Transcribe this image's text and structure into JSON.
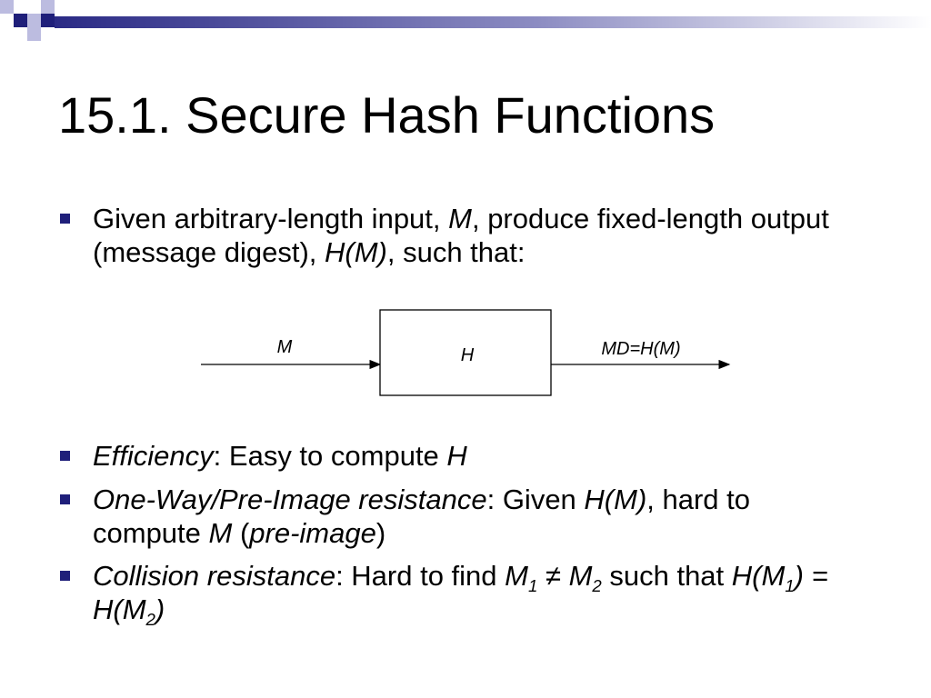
{
  "slide": {
    "title": "15.1. Secure Hash Functions",
    "bullet1": {
      "t1": "Given arbitrary-length input, ",
      "t2": "M",
      "t3": ", produce fixed-length output (message digest), ",
      "t4": "H(M)",
      "t5": ", such that:"
    },
    "diagram": {
      "input_label": "M",
      "box_label": "H",
      "output_label": "MD=H(M)"
    },
    "bullet2": {
      "t1": "Efficiency",
      "t2": ": Easy to compute ",
      "t3": "H"
    },
    "bullet3": {
      "t1": "One-Way/Pre-Image resistance",
      "t2": ": Given ",
      "t3": "H(M)",
      "t4": ", hard to compute ",
      "t5": "M",
      "t6": " (",
      "t7": "pre-image",
      "t8": ")"
    },
    "bullet4": {
      "t1": "Collision resistance",
      "t2": ": Hard to find ",
      "m": "M",
      "sub1": "1",
      "neq": " ≠ ",
      "sub2": "2",
      "t3": " such that ",
      "h_open": "H(M",
      "eq_mid": ") = H(M",
      "close": ")"
    }
  },
  "colors": {
    "accent_navy": "#1f1f7a",
    "accent_light": "#bcbce0",
    "bar_gradient_start": "#2a2a85",
    "bar_gradient_end": "#ffffff"
  }
}
